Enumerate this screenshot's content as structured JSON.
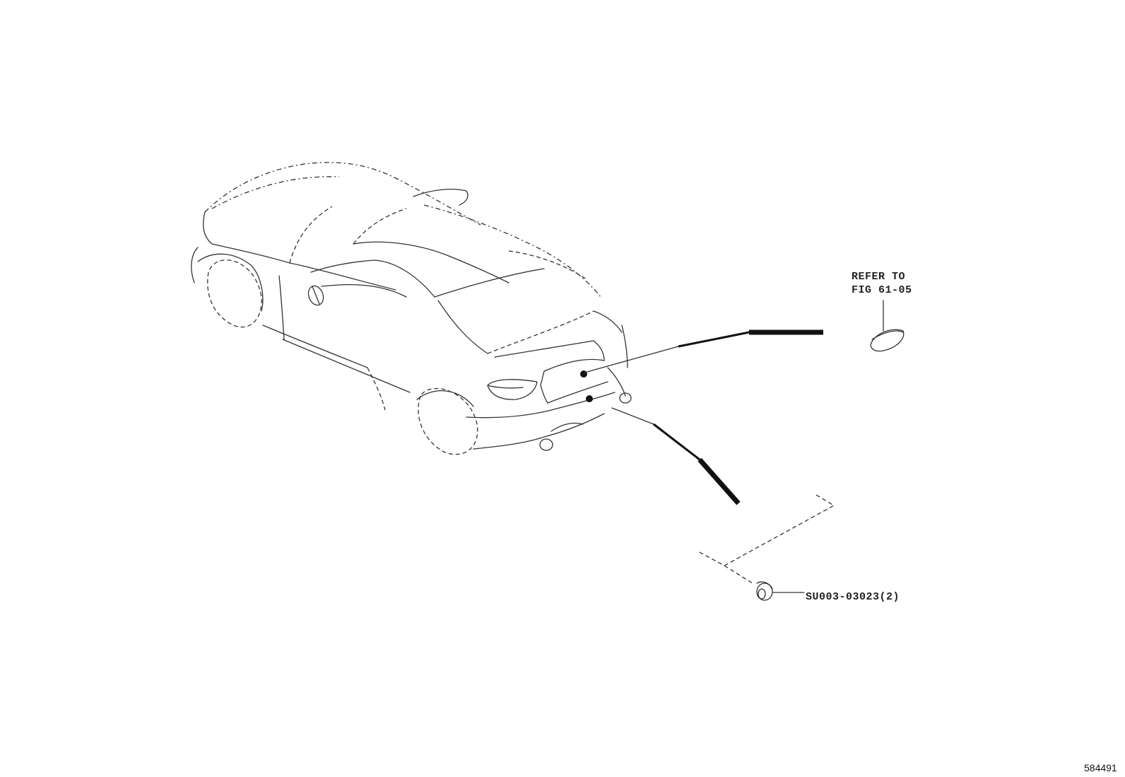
{
  "diagram": {
    "callouts": {
      "refer": {
        "line1": "REFER TO",
        "line2": "FIG 61-05"
      },
      "part": {
        "label": "SU003-03023(2)"
      }
    },
    "figure_id": "584491",
    "icons": {
      "car": "car-outline-icon",
      "plug": "hole-plug-icon",
      "clip": "clip-icon"
    }
  }
}
